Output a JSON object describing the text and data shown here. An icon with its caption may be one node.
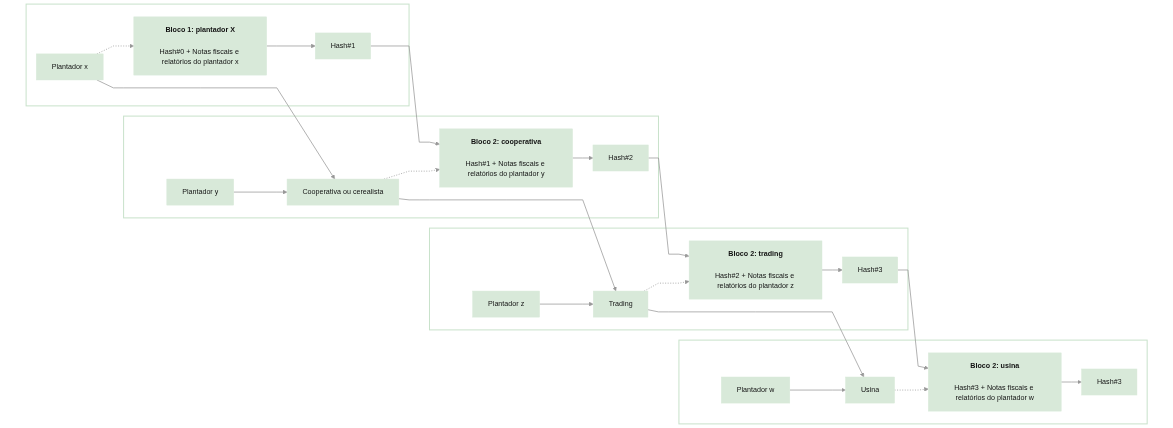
{
  "diagram": {
    "nodes": [
      {
        "text": [],
        "shape": "box"
      },
      {
        "text": [
          "Plantador x"
        ],
        "in": 0
      },
      {
        "text": [
          "Bloco 1: plantador X",
          "Hash#0 + Notas fiscais e relatórios do plantador x"
        ],
        "in": 0
      },
      {
        "text": [
          "Hash#1"
        ],
        "in": 0
      },
      {
        "text": [],
        "shape": "box"
      },
      {
        "text": [
          "Cooperativa ou cerealista"
        ],
        "in": 4
      },
      {
        "text": [
          "Plantador y"
        ],
        "in": 4
      },
      {
        "text": [
          "Bloco 2: cooperativa",
          "Hash#1 + Notas fiscais e relatórios do plantador y"
        ],
        "in": 4
      },
      {
        "text": [
          "Hash#2"
        ],
        "in": 4
      },
      {
        "text": [],
        "shape": "box"
      },
      {
        "text": [
          "Plantador z"
        ],
        "in": 9
      },
      {
        "text": [
          "Trading"
        ],
        "in": 9
      },
      {
        "text": [
          "Bloco 2: trading",
          "Hash#2 + Notas fiscais e relatórios do plantador z"
        ],
        "in": 9
      },
      {
        "text": [
          "Hash#3"
        ],
        "in": 9
      },
      {
        "text": [],
        "shape": "box"
      },
      {
        "text": [
          "Usina"
        ],
        "in": 14
      },
      {
        "text": [
          "Plantador w"
        ],
        "in": 14
      },
      {
        "text": [
          "Bloco 2: usina",
          "Hash#3 + Notas fiscais e relatórios do plantador w"
        ],
        "in": 14
      },
      {
        "text": [
          "Hash#3"
        ],
        "in": 14
      }
    ],
    "edges": [
      {
        "from": 1,
        "to": 5,
        "arrow": "to"
      },
      {
        "from": 6,
        "to": 5,
        "arrow": "to"
      },
      {
        "from": 1,
        "to": 2,
        "arrow": "to",
        "style": "dashed"
      },
      {
        "from": 2,
        "to": 3,
        "arrow": "to"
      },
      {
        "from": 3,
        "to": 7,
        "arrow": "to"
      },
      {
        "from": 5,
        "to": 7,
        "arrow": "to",
        "style": "dashed"
      },
      {
        "from": 7,
        "to": 8,
        "arrow": "to"
      },
      {
        "from": 8,
        "to": 12,
        "arrow": "to"
      },
      {
        "from": 10,
        "to": 11,
        "arrow": "to"
      },
      {
        "from": 5,
        "to": 11,
        "arrow": "to"
      },
      {
        "from": 11,
        "to": 12,
        "arrow": "to",
        "style": "dashed"
      },
      {
        "from": 12,
        "to": 13,
        "arrow": "to"
      },
      {
        "from": 13,
        "to": 17,
        "arrow": "to"
      },
      {
        "from": 11,
        "to": 15,
        "arrow": "to"
      },
      {
        "from": 16,
        "to": 15,
        "arrow": "to"
      },
      {
        "from": 15,
        "to": 17,
        "arrow": "to",
        "style": "dashed"
      },
      {
        "from": 17,
        "to": 18,
        "arrow": "to"
      }
    ]
  }
}
